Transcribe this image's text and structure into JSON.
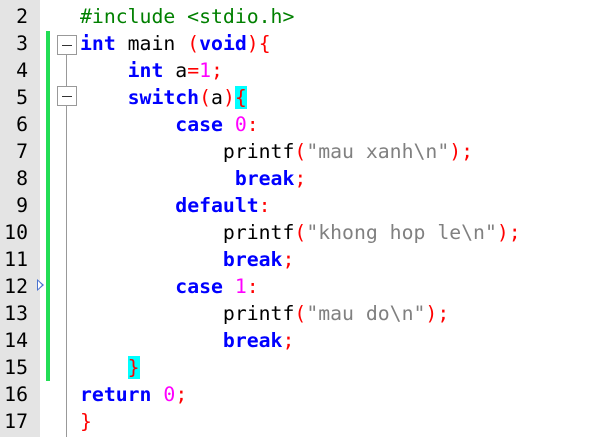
{
  "editor": {
    "lines": [
      {
        "number": "2",
        "indent": "",
        "tokens": [
          {
            "text": "#include <stdio.h>",
            "kind": "pp"
          }
        ]
      },
      {
        "number": "3",
        "indent": "",
        "tokens": [
          {
            "text": "int",
            "kind": "kw"
          },
          {
            "text": " main ",
            "kind": "plain"
          },
          {
            "text": "(",
            "kind": "op"
          },
          {
            "text": "void",
            "kind": "kw"
          },
          {
            "text": ")",
            "kind": "op"
          },
          {
            "text": "{",
            "kind": "op"
          }
        ]
      },
      {
        "number": "4",
        "indent": "    ",
        "tokens": [
          {
            "text": "int",
            "kind": "kw"
          },
          {
            "text": " a",
            "kind": "plain"
          },
          {
            "text": "=",
            "kind": "op"
          },
          {
            "text": "1",
            "kind": "num"
          },
          {
            "text": ";",
            "kind": "op"
          }
        ]
      },
      {
        "number": "5",
        "indent": "    ",
        "tokens": [
          {
            "text": "switch",
            "kind": "kw"
          },
          {
            "text": "(",
            "kind": "op"
          },
          {
            "text": "a",
            "kind": "plain"
          },
          {
            "text": ")",
            "kind": "op"
          },
          {
            "text": "{",
            "kind": "brace-hl"
          }
        ]
      },
      {
        "number": "6",
        "indent": "        ",
        "tokens": [
          {
            "text": "case",
            "kind": "kw"
          },
          {
            "text": " ",
            "kind": "plain"
          },
          {
            "text": "0",
            "kind": "num"
          },
          {
            "text": ":",
            "kind": "op"
          }
        ]
      },
      {
        "number": "7",
        "indent": "            ",
        "tokens": [
          {
            "text": "printf",
            "kind": "plain"
          },
          {
            "text": "(",
            "kind": "op"
          },
          {
            "text": "\"mau xanh\\n\"",
            "kind": "str"
          },
          {
            "text": ");",
            "kind": "op"
          }
        ]
      },
      {
        "number": "8",
        "indent": "             ",
        "tokens": [
          {
            "text": "break",
            "kind": "kw"
          },
          {
            "text": ";",
            "kind": "op"
          }
        ]
      },
      {
        "number": "9",
        "indent": "        ",
        "tokens": [
          {
            "text": "default",
            "kind": "kw"
          },
          {
            "text": ":",
            "kind": "op"
          }
        ]
      },
      {
        "number": "10",
        "indent": "            ",
        "tokens": [
          {
            "text": "printf",
            "kind": "plain"
          },
          {
            "text": "(",
            "kind": "op"
          },
          {
            "text": "\"khong hop le\\n\"",
            "kind": "str"
          },
          {
            "text": ");",
            "kind": "op"
          }
        ]
      },
      {
        "number": "11",
        "indent": "            ",
        "tokens": [
          {
            "text": "break",
            "kind": "kw"
          },
          {
            "text": ";",
            "kind": "op"
          }
        ]
      },
      {
        "number": "12",
        "indent": "        ",
        "tokens": [
          {
            "text": "case",
            "kind": "kw"
          },
          {
            "text": " ",
            "kind": "plain"
          },
          {
            "text": "1",
            "kind": "num"
          },
          {
            "text": ":",
            "kind": "op"
          }
        ]
      },
      {
        "number": "13",
        "indent": "            ",
        "tokens": [
          {
            "text": "printf",
            "kind": "plain"
          },
          {
            "text": "(",
            "kind": "op"
          },
          {
            "text": "\"mau do\\n\"",
            "kind": "str"
          },
          {
            "text": ");",
            "kind": "op"
          }
        ]
      },
      {
        "number": "14",
        "indent": "            ",
        "tokens": [
          {
            "text": "break",
            "kind": "kw"
          },
          {
            "text": ";",
            "kind": "op"
          }
        ]
      },
      {
        "number": "15",
        "indent": "    ",
        "tokens": [
          {
            "text": "}",
            "kind": "brace-hl"
          }
        ]
      },
      {
        "number": "16",
        "indent": "",
        "tokens": [
          {
            "text": "return",
            "kind": "kw"
          },
          {
            "text": " ",
            "kind": "plain"
          },
          {
            "text": "0",
            "kind": "num"
          },
          {
            "text": ";",
            "kind": "op"
          }
        ]
      },
      {
        "number": "17",
        "indent": "",
        "tokens": [
          {
            "text": "}",
            "kind": "op"
          }
        ]
      }
    ],
    "colors": {
      "keyword": "#0000ff",
      "preprocessor": "#008000",
      "number": "#ff00ff",
      "operator": "#ff0000",
      "string": "#808080",
      "brace_highlight": "#00ffff",
      "change_bar": "#22dd55",
      "gutter": "#e4e4e4"
    },
    "icons": {
      "fold_toggle": "fold-minus-icon",
      "marker": "bookmark-arrow-icon"
    }
  }
}
